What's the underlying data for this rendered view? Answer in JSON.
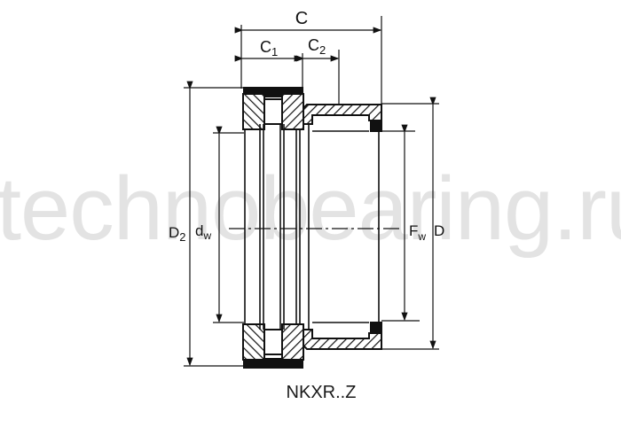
{
  "watermark": "technobearing.ru",
  "caption": "NKXR..Z",
  "dimensions": {
    "C": "C",
    "C1_main": "C",
    "C1_sub": "1",
    "C2_main": "C",
    "C2_sub": "2",
    "D2_main": "D",
    "D2_sub": "2",
    "dw_main": "d",
    "dw_sub": "w",
    "Fw_main": "F",
    "Fw_sub": "w",
    "D": "D"
  },
  "colors": {
    "line": "#111111",
    "watermark": "#e3e3e3",
    "background": "#ffffff"
  }
}
